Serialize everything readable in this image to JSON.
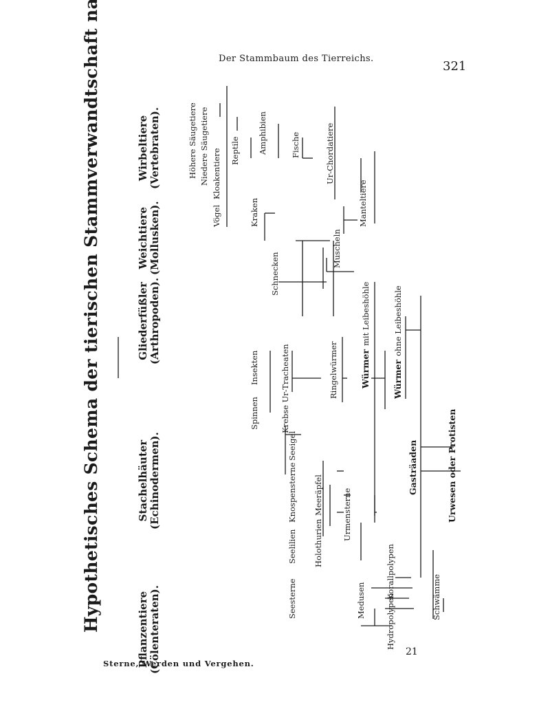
{
  "page": {
    "running_head": "Der Stammbaum des Tierreichs.",
    "page_number": "321",
    "footer_title": "Sterne, Werden und Vergehen.",
    "signature_number": "21"
  },
  "diagram": {
    "title": "Hypothetisches Schema der tierischen Stammverwandtschaft nach Haeckel.",
    "group_headers": [
      {
        "line1": "Pflanzentiere",
        "line2": "(Cölenteraten)."
      },
      {
        "line1": "Stachelhäuter",
        "line2": "(Echinodermen)."
      },
      {
        "line1": "Gliederfüßler",
        "line2": "(Arthropoden)."
      },
      {
        "line1": "Weichtiere",
        "line2": "(Mollusken)."
      },
      {
        "line1": "Wirbeltiere",
        "line2": "(Vertebraten)."
      }
    ],
    "labels": {
      "schwaemme": "Schwämme",
      "hydropolypen": "Hydropolypen",
      "korallpolypen": "Korallpolypen",
      "medusen": "Medusen",
      "gastraeaden": "Gasträaden",
      "urwesen": "Urwesen oder Protisten",
      "seesterne": "Seesterne",
      "seelilien": "Seelilien",
      "knospensterne": "Knospensterne",
      "seeigel": "Seeigel",
      "holothurien": "Holothurien",
      "meeraepfel": "Meeräpfel",
      "urmensterne": "Urmensterne",
      "spinnen": "Spinnen",
      "insekten": "Insekten",
      "krebse_urtracheaten": "Krebse  Ur-Tracheaten",
      "ringelwuermer": "Ringelwürmer",
      "wuermer_mit_bold": "Würmer",
      "wuermer_mit_rest": "mit Leibeshöhle",
      "wuermer_ohne_bold": "Würmer",
      "wuermer_ohne_rest": "ohne Leibeshöhle",
      "schnecken": "Schnecken",
      "muscheln": "Muscheln",
      "kraken": "Kraken",
      "manteltiere": "Manteltiere",
      "urchordatiere": "Ur-Chordatiere",
      "fische": "Fische",
      "amphibien": "Amphibien",
      "reptile": "Reptile",
      "voegel": "Vögel",
      "kloakentiere": "Kloakentiere",
      "niedere_saeugetiere": "Niedere Säugetiere",
      "hoehere_saeugetiere": "Höhere Säugetiere"
    }
  }
}
